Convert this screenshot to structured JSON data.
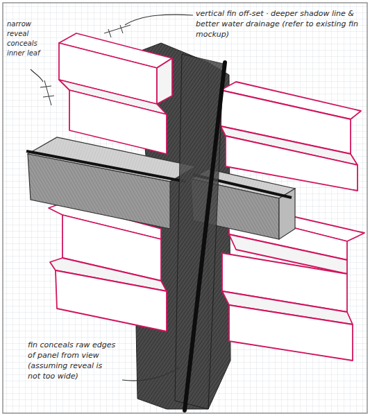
{
  "diagram": {
    "labels": [
      "narrow reveal conceals inner leaf",
      "vertical fin off-set · deeper shadow line & better water drainage (refer to existing fin mockup)",
      "fin conceals raw edges of panel from view (assuming reveal is not too wide)"
    ]
  }
}
